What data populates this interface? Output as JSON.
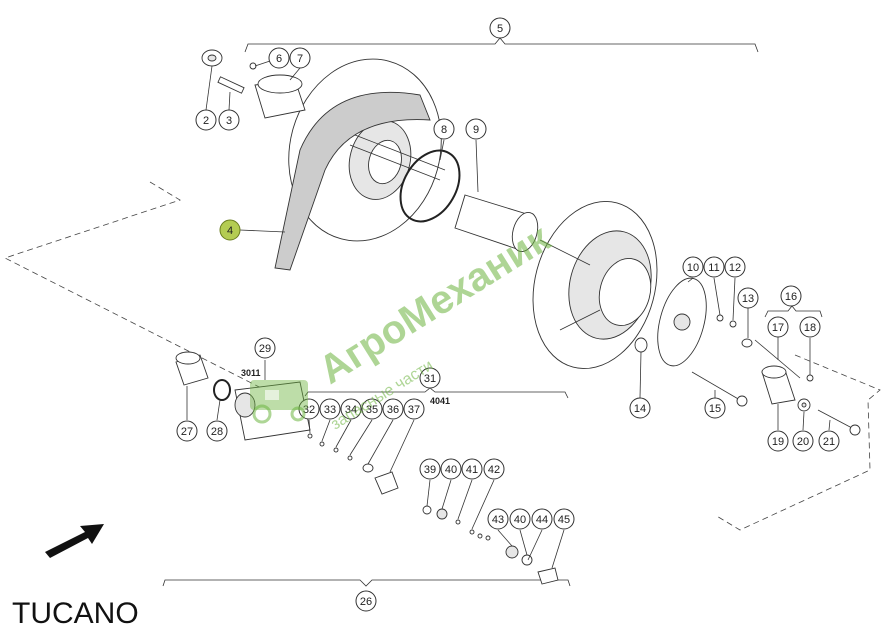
{
  "model_label": "TUCANO",
  "watermark": {
    "brand": "АгроМеханик",
    "subtitle": "запасные части"
  },
  "highlight_color": "#b4cc52",
  "callouts": [
    {
      "id": "c2",
      "label": "2"
    },
    {
      "id": "c3",
      "label": "3"
    },
    {
      "id": "c4",
      "label": "4",
      "highlight": true
    },
    {
      "id": "c5",
      "label": "5"
    },
    {
      "id": "c6",
      "label": "6"
    },
    {
      "id": "c7",
      "label": "7"
    },
    {
      "id": "c8",
      "label": "8"
    },
    {
      "id": "c9",
      "label": "9"
    },
    {
      "id": "c10",
      "label": "10"
    },
    {
      "id": "c11",
      "label": "11"
    },
    {
      "id": "c12",
      "label": "12"
    },
    {
      "id": "c13",
      "label": "13"
    },
    {
      "id": "c14",
      "label": "14"
    },
    {
      "id": "c15",
      "label": "15"
    },
    {
      "id": "c16",
      "label": "16"
    },
    {
      "id": "c17",
      "label": "17"
    },
    {
      "id": "c18",
      "label": "18"
    },
    {
      "id": "c19",
      "label": "19"
    },
    {
      "id": "c20",
      "label": "20"
    },
    {
      "id": "c21",
      "label": "21"
    },
    {
      "id": "c26",
      "label": "26"
    },
    {
      "id": "c27",
      "label": "27"
    },
    {
      "id": "c28",
      "label": "28"
    },
    {
      "id": "c29",
      "label": "29"
    },
    {
      "id": "c31",
      "label": "31"
    },
    {
      "id": "c32",
      "label": "32"
    },
    {
      "id": "c33",
      "label": "33"
    },
    {
      "id": "c34",
      "label": "34"
    },
    {
      "id": "c35",
      "label": "35"
    },
    {
      "id": "c36",
      "label": "36"
    },
    {
      "id": "c37",
      "label": "37"
    },
    {
      "id": "c39",
      "label": "39"
    },
    {
      "id": "c40a",
      "label": "40"
    },
    {
      "id": "c41",
      "label": "41"
    },
    {
      "id": "c42",
      "label": "42"
    },
    {
      "id": "c43",
      "label": "43"
    },
    {
      "id": "c40b",
      "label": "40"
    },
    {
      "id": "c44",
      "label": "44"
    },
    {
      "id": "c45",
      "label": "45"
    }
  ],
  "codes": [
    {
      "id": "k3011",
      "label": "3011"
    },
    {
      "id": "k4041",
      "label": "4041"
    }
  ]
}
